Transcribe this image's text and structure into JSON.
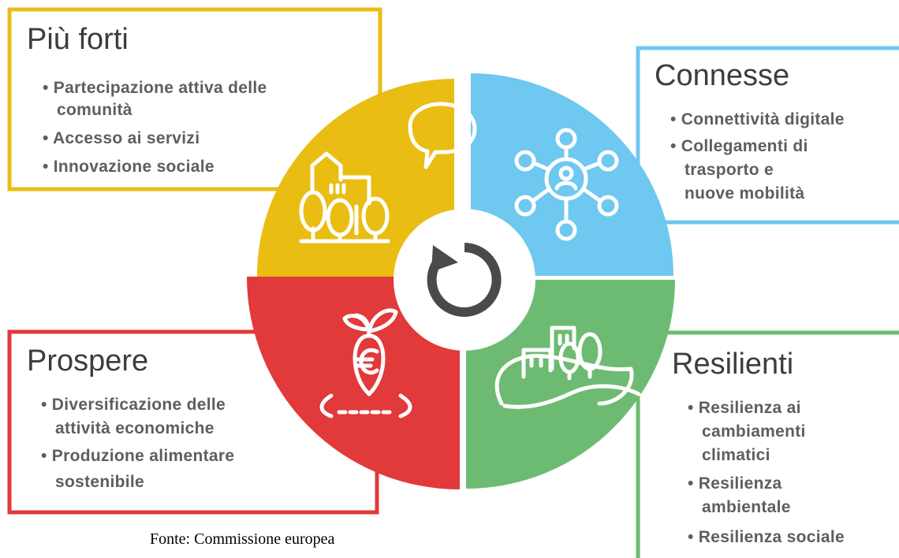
{
  "colors": {
    "yellow": "#e9bd12",
    "blue": "#6ec8f0",
    "green": "#6dbb72",
    "red": "#e2393a",
    "center_arrow": "#4a4a4a"
  },
  "center_icon": "refresh-cycle-icon",
  "quadrants": {
    "forti": {
      "title": "Più forti",
      "lines": [
        "• Partecipazione attiva delle",
        "comunità",
        "• Accesso ai servizi",
        "• Innovazione sociale"
      ],
      "icon": "town-with-speech-bubble-icon"
    },
    "connesse": {
      "title": "Connesse",
      "lines": [
        "• Connettività digitale",
        "•  Collegamenti di",
        "trasporto e",
        "nuove mobilità"
      ],
      "icon": "network-hub-icon"
    },
    "prospere": {
      "title": "Prospere",
      "lines": [
        "• Diversificazione delle",
        "attività economiche",
        "• Produzione alimentare",
        "sostenibile"
      ],
      "icon": "euro-seedling-icon"
    },
    "resilienti": {
      "title": "Resilienti",
      "lines": [
        "• Resilienza ai",
        "cambiamenti",
        "climatici",
        "• Resilienza",
        "ambientale",
        "• Resilienza sociale"
      ],
      "icon": "town-on-hill-icon"
    }
  },
  "source": "Fonte: Commissione europea"
}
